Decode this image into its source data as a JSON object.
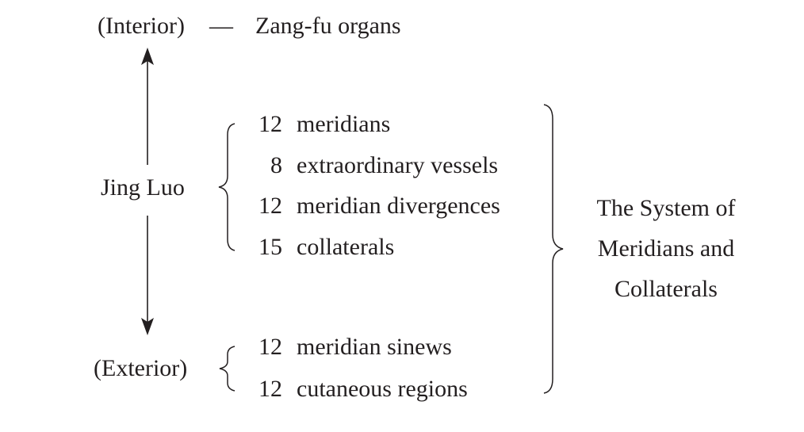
{
  "interior": {
    "label": "(Interior)",
    "dash": "—",
    "organs": "Zang-fu organs"
  },
  "jing_luo": {
    "label": "Jing Luo",
    "items": [
      {
        "number": "12",
        "text": "meridians"
      },
      {
        "number": "8",
        "text": "extraordinary vessels"
      },
      {
        "number": "12",
        "text": "meridian divergences"
      },
      {
        "number": "15",
        "text": "collaterals"
      }
    ]
  },
  "exterior": {
    "label": "(Exterior)",
    "items": [
      {
        "number": "12",
        "text": "meridian sinews"
      },
      {
        "number": "12",
        "text": "cutaneous regions"
      }
    ]
  },
  "system": {
    "line1": "The System of",
    "line2": "Meridians and",
    "line3": "Collaterals"
  },
  "colors": {
    "ink": "#231f20",
    "background": "#ffffff"
  }
}
